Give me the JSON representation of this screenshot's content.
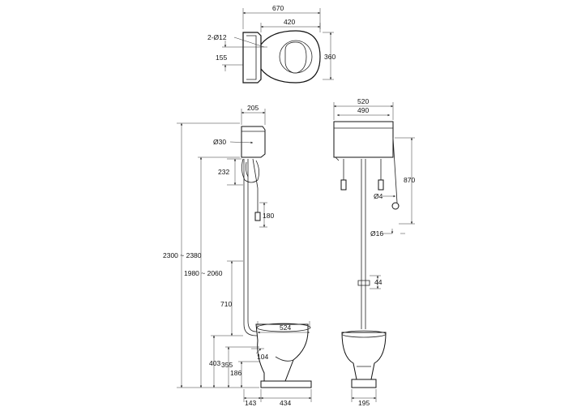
{
  "plan": {
    "width": "670",
    "bowl_width": "420",
    "holes": "2-Ø12",
    "hole_offset": "155",
    "depth": "360"
  },
  "side": {
    "cistern_depth": "205",
    "flush_pipe": "Ø30",
    "bracket": "232",
    "chain": "180",
    "overall": "2300 ~ 2380",
    "cistern_bottom": "1980 ~ 2060",
    "pipe_height": "710",
    "outlet": "403",
    "outlet_center": "355",
    "pan_rim": "524",
    "pan_offset": "104",
    "base": "186",
    "wall_gap": "143",
    "pan_length": "434"
  },
  "front": {
    "cistern_width": "520",
    "cistern_inner": "490",
    "pull_height": "870",
    "chain_dia": "Ø4",
    "handle_dia": "Ø16",
    "clip": "44",
    "pedestal": "195"
  }
}
